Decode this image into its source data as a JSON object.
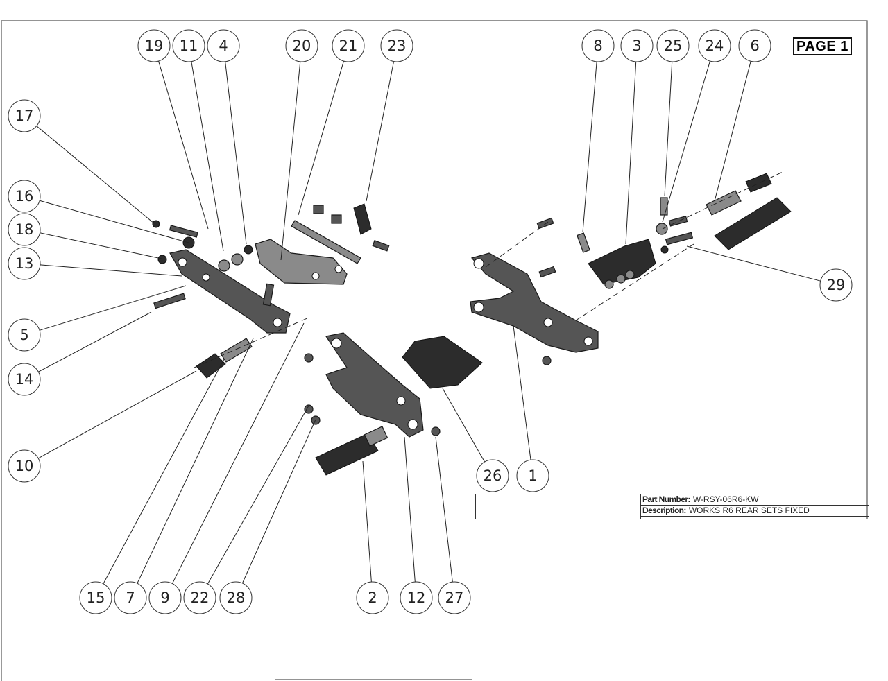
{
  "page_label": "PAGE 1",
  "title_block": {
    "part_number_label": "Part Number:",
    "part_number": "W-RSY-06R6-KW",
    "description_label": "Description:",
    "description": "WORKS R6 REAR SETS FIXED"
  },
  "balloons": [
    "19",
    "11",
    "4",
    "20",
    "21",
    "23",
    "8",
    "3",
    "25",
    "24",
    "6",
    "17",
    "16",
    "18",
    "13",
    "5",
    "14",
    "10",
    "15",
    "7",
    "9",
    "22",
    "28",
    "2",
    "12",
    "27",
    "26",
    "1",
    "29"
  ]
}
